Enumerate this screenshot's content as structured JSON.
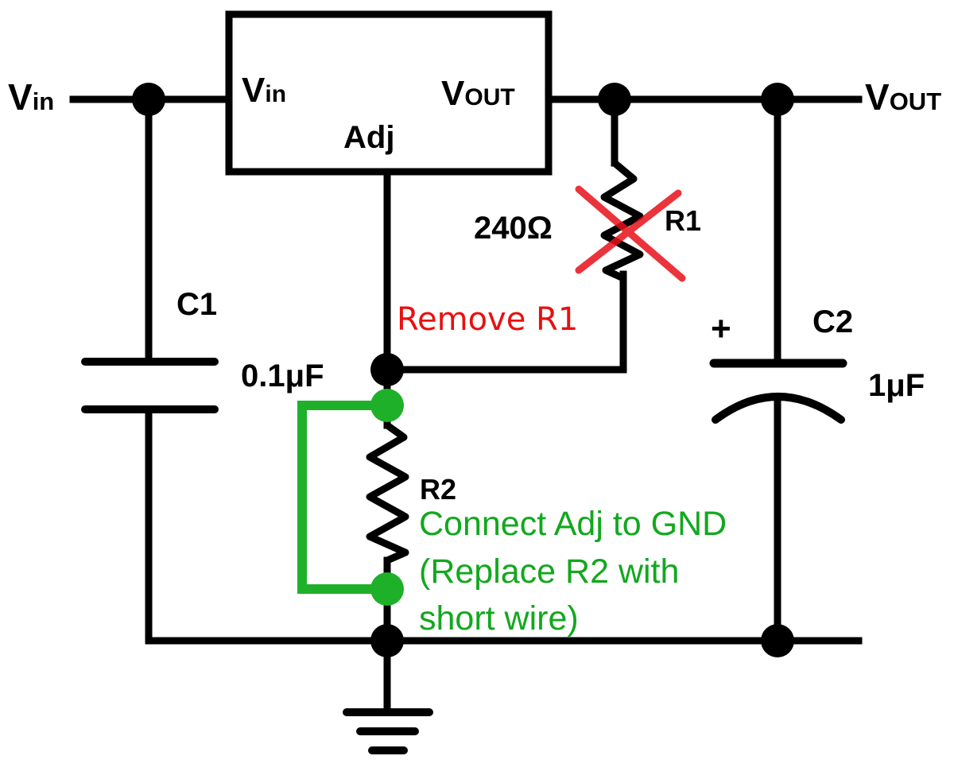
{
  "regulator": {
    "pin_vin": "V",
    "pin_vin_sub": "in",
    "pin_vout": "V",
    "pin_vout_sub": "OUT",
    "pin_adj": "Adj"
  },
  "terminals": {
    "input": "V",
    "input_sub": "in",
    "output": "V",
    "output_sub": "OUT"
  },
  "components": {
    "c1_name": "C1",
    "c1_value": "0.1μF",
    "c2_name": "C2",
    "c2_value": "1μF",
    "c2_polarity": "+",
    "r1_name": "R1",
    "r1_value": "240Ω",
    "r2_name": "R2"
  },
  "annotations": {
    "remove_r1": "Remove R1",
    "connect_line1": "Connect Adj to GND",
    "connect_line2": "(Replace R2 with",
    "connect_line3": "short wire)"
  },
  "colors": {
    "wire": "#000000",
    "removal_mark": "#e8101a",
    "remove_text": "#e81010",
    "short_wire": "#1fb02a",
    "connect_text": "#12a81e"
  }
}
